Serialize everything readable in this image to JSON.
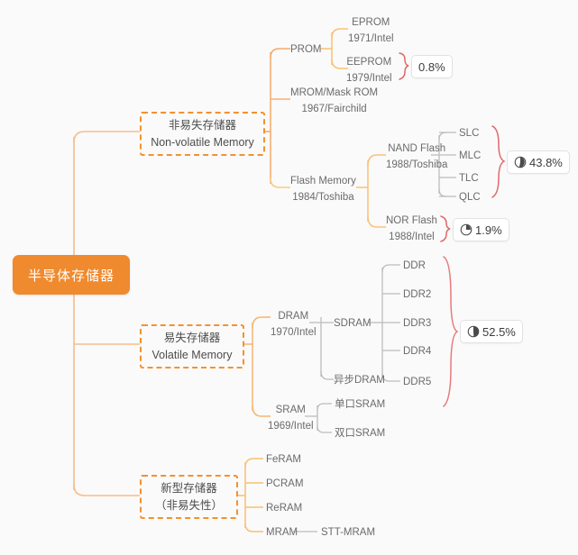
{
  "diagram": {
    "type": "mindmap",
    "title_node": "半导体存储器",
    "accent_color": "#f08a2e",
    "branch_border_color": "#f2922f",
    "brace_color": "#e0696b",
    "wire_color_grey": "#b9b9b9",
    "text_color": "#6b6b6b"
  },
  "root": {
    "label": "半导体存储器"
  },
  "branches": {
    "nonvolatile": {
      "zh": "非易失存储器",
      "en": "Non-volatile Memory"
    },
    "volatile": {
      "zh": "易失存储器",
      "en": "Volatile Memory"
    },
    "emerging": {
      "zh": "新型存储器",
      "en": "（非易失性）"
    }
  },
  "nodes": {
    "prom": {
      "name": "PROM"
    },
    "eprom": {
      "name": "EPROM",
      "meta": "1971/Intel"
    },
    "eeprom": {
      "name": "EEPROM",
      "meta": "1979/Intel"
    },
    "mrom": {
      "name": "MROM/Mask ROM",
      "meta": "1967/Fairchild"
    },
    "flash_memory": {
      "name": "Flash Memory",
      "meta": "1984/Toshiba"
    },
    "nand_flash": {
      "name": "NAND Flash",
      "meta": "1988/Toshiba"
    },
    "nor_flash": {
      "name": "NOR Flash",
      "meta": "1988/Intel"
    },
    "slc": {
      "name": "SLC"
    },
    "mlc": {
      "name": "MLC"
    },
    "tlc": {
      "name": "TLC"
    },
    "qlc": {
      "name": "QLC"
    },
    "dram": {
      "name": "DRAM",
      "meta": "1970/Intel"
    },
    "sram": {
      "name": "SRAM",
      "meta": "1969/Intel"
    },
    "sdram": {
      "name": "SDRAM"
    },
    "async_dram": {
      "name": "异步DRAM"
    },
    "ddr": {
      "name": "DDR"
    },
    "ddr2": {
      "name": "DDR2"
    },
    "ddr3": {
      "name": "DDR3"
    },
    "ddr4": {
      "name": "DDR4"
    },
    "ddr5": {
      "name": "DDR5"
    },
    "single_port_sram": {
      "name": "单口SRAM"
    },
    "dual_port_sram": {
      "name": "双口SRAM"
    },
    "feram": {
      "name": "FeRAM"
    },
    "pcram": {
      "name": "PCRAM"
    },
    "reram": {
      "name": "ReRAM"
    },
    "mram": {
      "name": "MRAM"
    },
    "stt_mram": {
      "name": "STT-MRAM"
    }
  },
  "badges": {
    "prom_share": {
      "value": "0.8%",
      "has_pie": false,
      "pie_fraction": 0.008
    },
    "nand_share": {
      "value": "43.8%",
      "has_pie": true,
      "pie_fraction": 0.438
    },
    "nor_share": {
      "value": "1.9%",
      "has_pie": true,
      "pie_fraction": 0.19
    },
    "dram_share": {
      "value": "52.5%",
      "has_pie": true,
      "pie_fraction": 0.525
    }
  },
  "icons": {
    "pie_chart": "pie-chart-icon",
    "brace": "curly-brace-icon"
  }
}
